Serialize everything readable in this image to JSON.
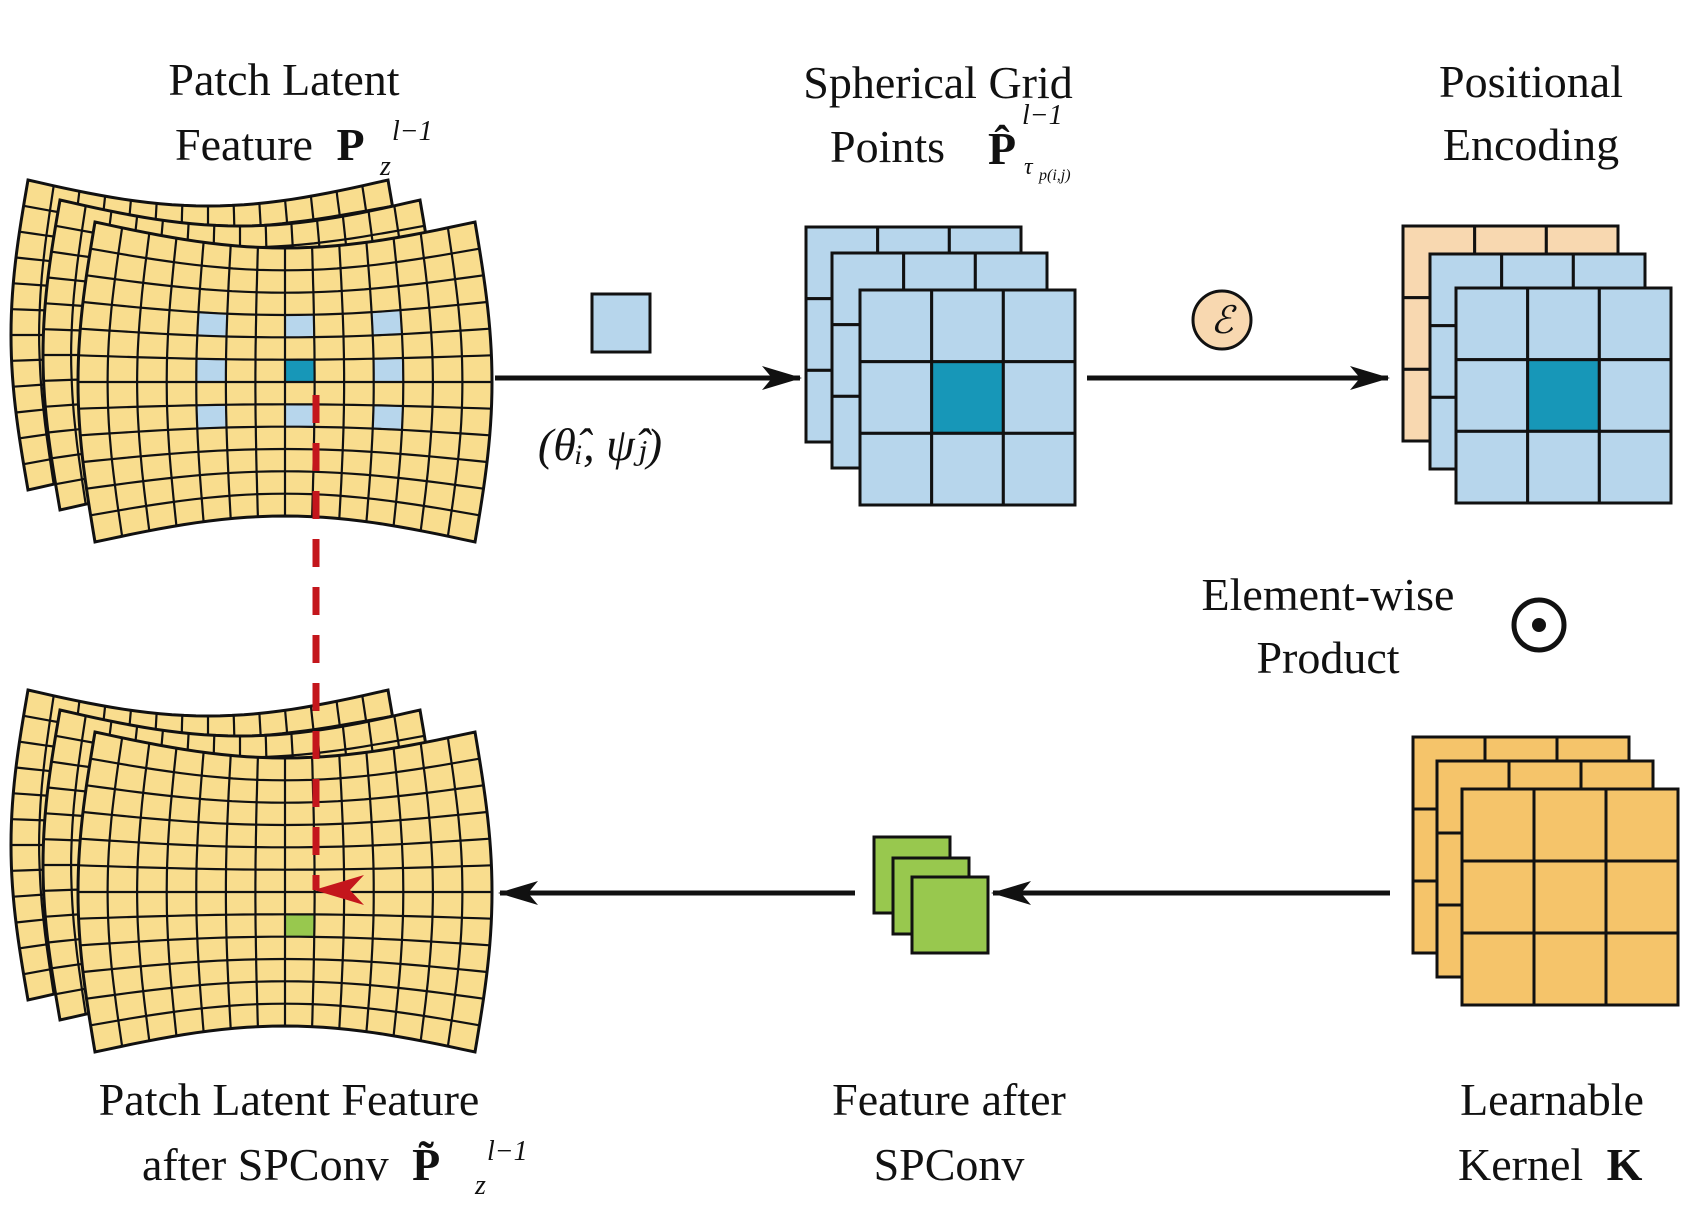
{
  "labels": {
    "patch_feature_line1": "Patch Latent",
    "patch_feature_line2": "Feature",
    "patch_feature_sym": "P",
    "patch_feature_sub": "z",
    "patch_feature_sup": "l−1",
    "grid_line1": "Spherical Grid",
    "grid_line2": "Points",
    "grid_sym": "P̂",
    "grid_sup": "l−1",
    "grid_sub": "τ",
    "grid_sub_sub": "p(i,j)",
    "pe_line1": "Positional",
    "pe_line2": "Encoding",
    "coords": "(θ̂ᵢ, ψ̂ⱼ)",
    "encoding_symbol": "ℰ",
    "product_line1": "Element-wise",
    "product_line2": "Product",
    "product_symbol": "⊙",
    "out_line1": "Patch Latent Feature",
    "out_line2": "after SPConv",
    "out_sym": "P̃",
    "out_sub": "z",
    "out_sup": "l−1",
    "feat_after_line1": "Feature after",
    "feat_after_line2": "SPConv",
    "kernel_line1": "Learnable",
    "kernel_line2": "Kernel",
    "kernel_sym": "K"
  },
  "colors": {
    "patch_cell": "#f9dd8e",
    "grid_cell": "#b7d6ec",
    "highlight": "#1797b8",
    "pe_back": "#f8d8b0",
    "kernel": "#f5c46a",
    "output_cell": "#98c84e",
    "encoding_circle": "#f8d8b0",
    "dashed_arrow": "#c4161c",
    "stroke": "#111111"
  },
  "icons": {
    "encoding": "script-e-circle-icon",
    "product": "circled-dot-icon"
  }
}
